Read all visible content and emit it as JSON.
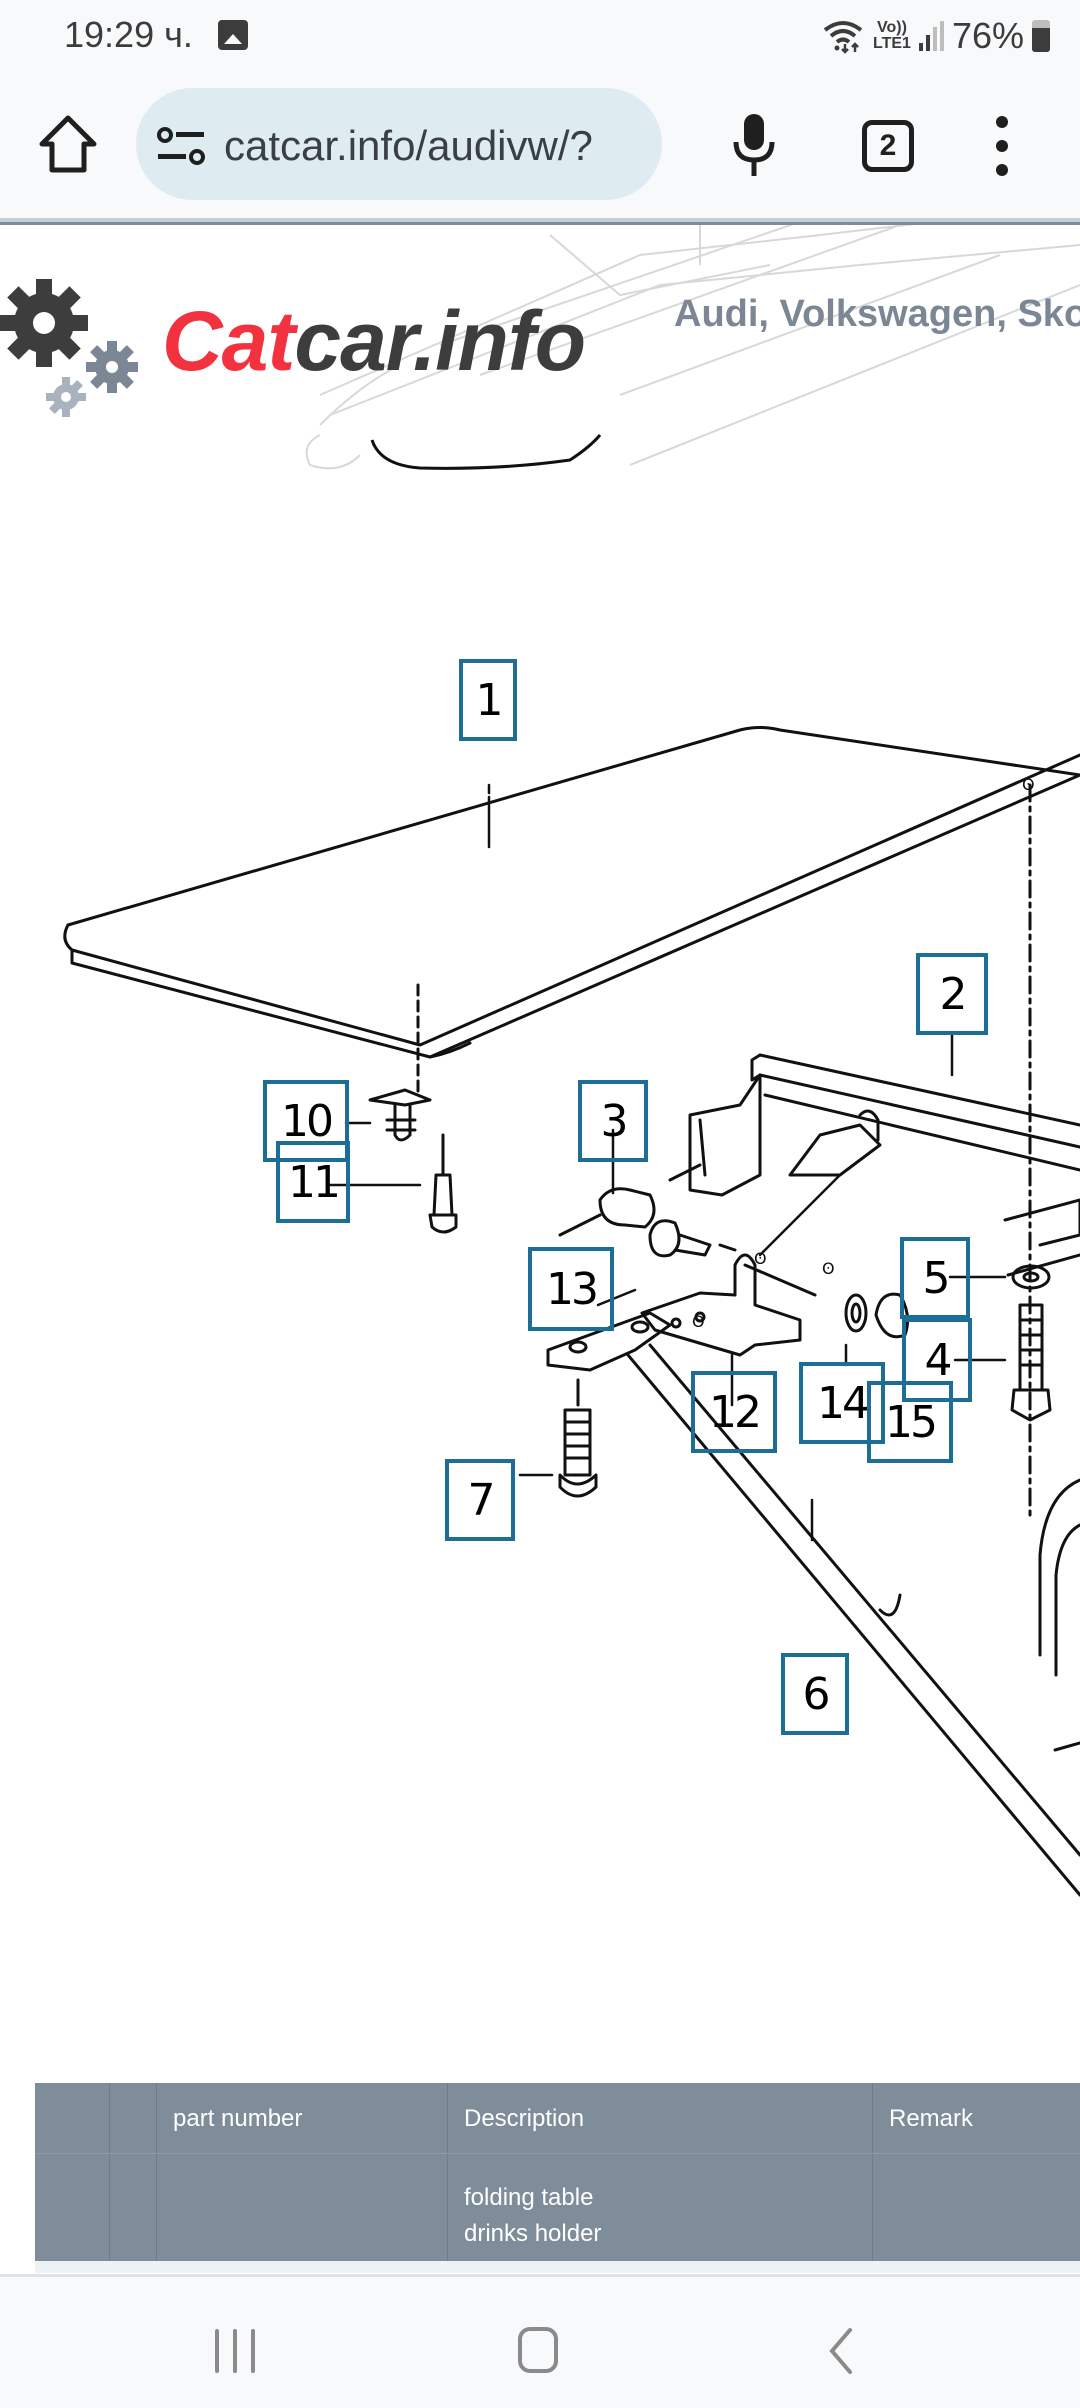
{
  "status_bar": {
    "time": "19:29 ч.",
    "network_label_top": "Vo))",
    "network_label_bottom": "LTE1",
    "battery_percent_text": "76%",
    "battery_level": 0.76,
    "icons": [
      "gallery-icon",
      "wifi-icon",
      "volte-icon",
      "signal-icon",
      "battery-icon"
    ]
  },
  "browser": {
    "url": "catcar.info/audivw/?",
    "tab_count": "2",
    "icons": [
      "home-icon",
      "site-settings-icon",
      "mic-icon",
      "tabs-icon",
      "more-vert-icon"
    ]
  },
  "site": {
    "logo_part1": "Cat",
    "logo_part2": "car.info",
    "tagline": "Audi, Volkswagen, Skoda",
    "brand_red": "#f2323f",
    "brand_dark": "#3d3d3d",
    "tagline_color": "#7c8796"
  },
  "diagram": {
    "callout_color": "#1d6e97",
    "callouts": [
      {
        "label": "1"
      },
      {
        "label": "2"
      },
      {
        "label": "3"
      },
      {
        "label": "5"
      },
      {
        "label": "4"
      },
      {
        "label": "10"
      },
      {
        "label": "11"
      },
      {
        "label": "13"
      },
      {
        "label": "12"
      },
      {
        "label": "14"
      },
      {
        "label": "15"
      },
      {
        "label": "7"
      },
      {
        "label": "6"
      }
    ]
  },
  "parts_table": {
    "headers": [
      "",
      "",
      "part number",
      "Description",
      "Remark"
    ],
    "rows": [
      {
        "cells": [
          "",
          "",
          "",
          "folding table\ndrinks holder",
          ""
        ]
      }
    ]
  },
  "nav_bar": {
    "icons": [
      "recents-icon",
      "home-circle-icon",
      "back-icon"
    ]
  }
}
